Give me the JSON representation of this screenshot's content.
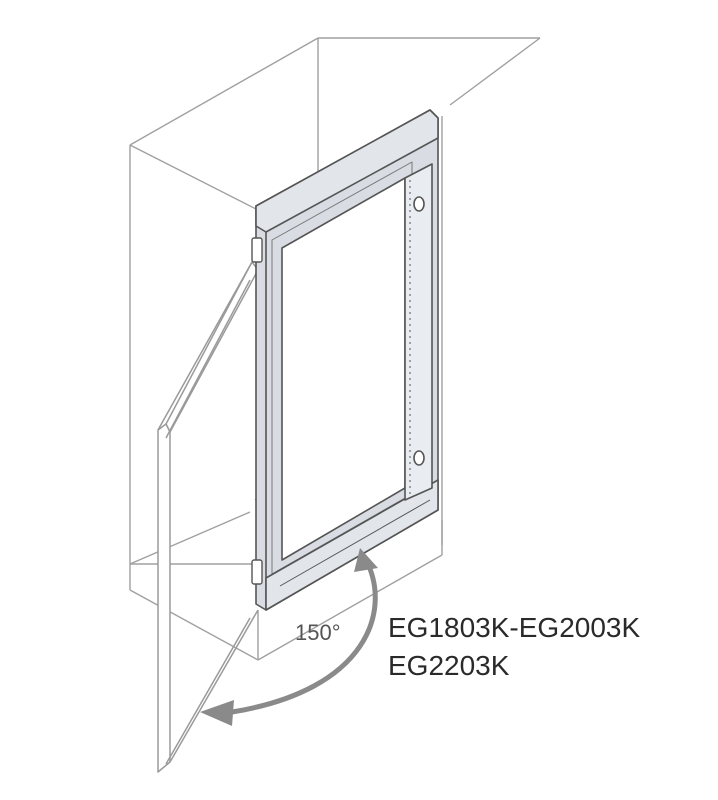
{
  "diagram": {
    "angle_label": "150°",
    "model_codes": [
      "EG1803K-EG2003K",
      "EG2203K"
    ]
  },
  "colors": {
    "outline": "#9a9a9a",
    "frame_stroke": "#555555",
    "panel_fill": "#e9ecf1",
    "frame_fill": "#d9dde3",
    "arrow": "#8a8a8a",
    "text": "#2a2a2a"
  },
  "icons": [
    "swing-arrow-icon",
    "hinge-icon",
    "bolt-icon"
  ]
}
